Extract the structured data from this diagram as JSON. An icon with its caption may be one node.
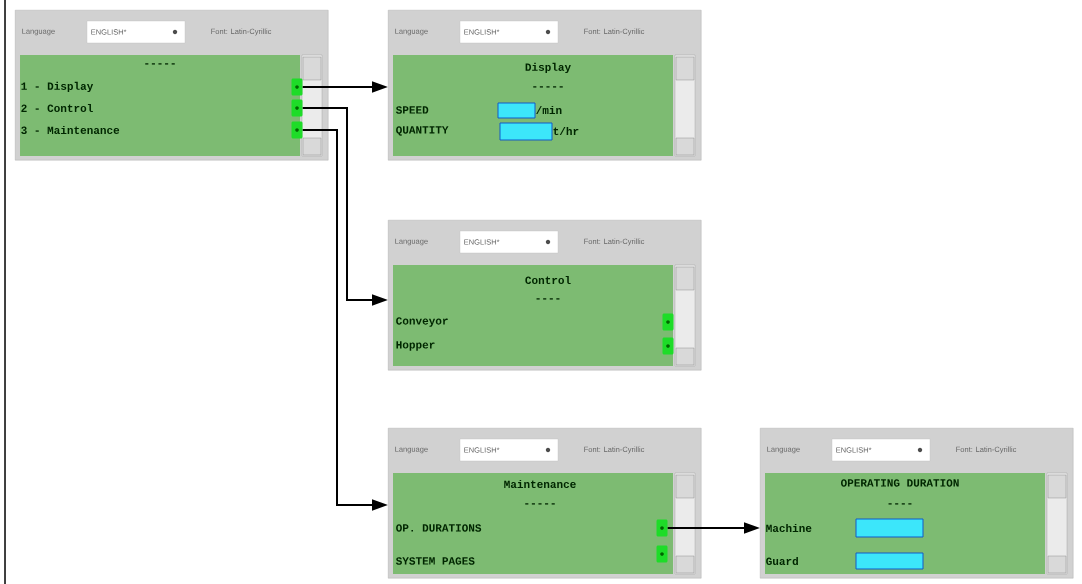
{
  "diagram": {
    "nodes": [
      {
        "text": [
          "Language",
          "ENGLISH*",
          "Font: Latin-Cyrillic",
          "-----",
          "1 - Display",
          "2 - Control",
          "3 - Maintenance"
        ]
      },
      {
        "text": [
          "Language",
          "ENGLISH*",
          "Font: Latin-Cyrillic",
          "Display",
          "-----",
          "SPEED",
          "/min",
          "QUANTITY",
          "t/hr"
        ]
      },
      {
        "text": [
          "Language",
          "ENGLISH*",
          "Font: Latin-Cyrillic",
          "Control",
          "----",
          "Conveyor",
          "Hopper"
        ]
      },
      {
        "text": [
          "Language",
          "ENGLISH*",
          "Font: Latin-Cyrillic",
          "Maintenance",
          "-----",
          "OP. DURATIONS",
          "SYSTEM PAGES"
        ]
      },
      {
        "text": [
          "Language",
          "ENGLISH*",
          "Font: Latin-Cyrillic",
          "OPERATING DURATION",
          "----",
          "Machine",
          "Guard"
        ]
      },
      {
        "text": [],
        "shape": "button",
        "in": 0
      },
      {
        "text": [],
        "shape": "button",
        "in": 0
      },
      {
        "text": [],
        "shape": "button",
        "in": 0
      },
      {
        "text": [],
        "shape": "button",
        "in": 2
      },
      {
        "text": [],
        "shape": "button",
        "in": 2
      },
      {
        "text": [],
        "shape": "button",
        "in": 3
      },
      {
        "text": [],
        "shape": "button",
        "in": 3
      }
    ],
    "edges": [
      {
        "from": 5,
        "to": 1,
        "arrow": "to"
      },
      {
        "from": 6,
        "to": 2,
        "arrow": "to"
      },
      {
        "from": 7,
        "to": 3,
        "arrow": "to"
      },
      {
        "from": 10,
        "to": 4,
        "arrow": "to"
      }
    ]
  }
}
